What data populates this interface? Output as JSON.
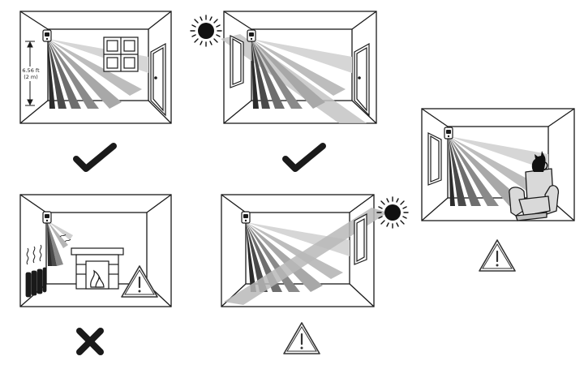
{
  "height_label": {
    "feet": "6.56 ft",
    "meters": "(2 m)"
  },
  "colors": {
    "line": "#1a1a1a",
    "beam_dark": "#2b2b2b",
    "beam_mid": "#7a7a7a",
    "beam_light": "#c8c8c8",
    "sun": "#111111",
    "ok": "#1a1a1a",
    "bad": "#1a1a1a"
  },
  "scenes": [
    {
      "name": "correct-height-mounting",
      "verdict": "check"
    },
    {
      "name": "sunlight-behind-sensor",
      "verdict": "check"
    },
    {
      "name": "heat-sources-radiator-fireplace",
      "verdict": "cross"
    },
    {
      "name": "sunlight-into-sensor",
      "verdict": "warning"
    },
    {
      "name": "pet-on-armchair",
      "verdict": "warning"
    }
  ],
  "icons": [
    "check-icon",
    "cross-icon",
    "warning-icon",
    "sun-icon",
    "motion-sensor-icon",
    "window-icon",
    "door-icon",
    "fireplace-icon",
    "radiator-icon",
    "armchair-icon",
    "cat-icon"
  ]
}
